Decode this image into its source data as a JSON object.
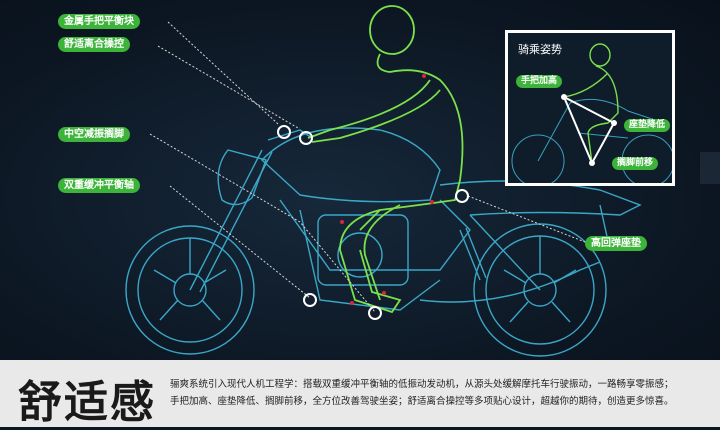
{
  "callouts": {
    "metal_handle_balance": "金属手把平衡块",
    "comfort_clutch": "舒适离合操控",
    "hollow_footpeg": "中空减振搁脚",
    "dual_balance_shaft": "双重缓冲平衡轴",
    "high_rebound_seat": "高回弹座垫"
  },
  "inset": {
    "title": "骑乘姿势",
    "handlebar_raised": "手把加高",
    "seat_lowered": "座垫降低",
    "footpeg_forward": "搁脚前移"
  },
  "headline": "舒适感",
  "description": {
    "line1": "骊爽系统引入现代人机工程学：搭载双重缓冲平衡轴的低振动发动机，从源头处缓解摩托车行驶振动，一路畅享零振感；",
    "line2": "手把加高、座垫降低、搁脚前移，全方位改善驾驶坐姿；舒适离合操控等多项贴心设计，超越你的期待，创造更多惊喜。"
  },
  "colors": {
    "callout_green": "#3cb43a",
    "rider_outline": "#7be04a",
    "bike_wireframe": "#3fb6d8",
    "background": "#0d1826",
    "strip": "#e9e9e9"
  }
}
